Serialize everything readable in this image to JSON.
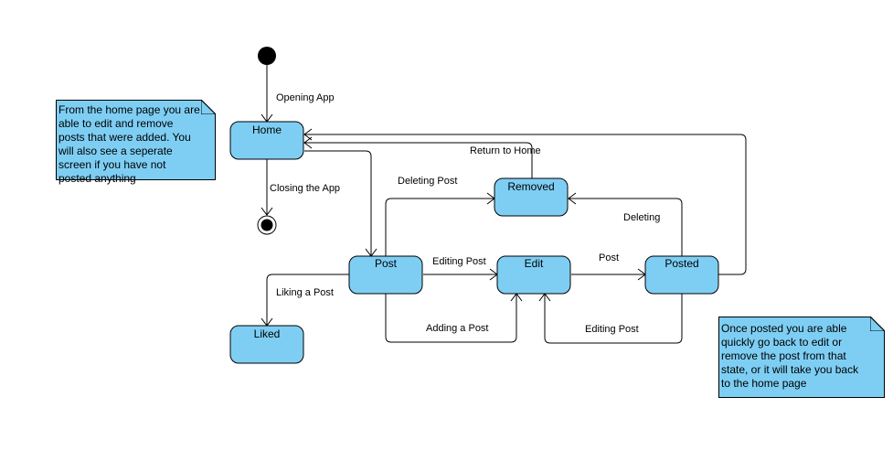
{
  "states": {
    "home": "Home",
    "removed": "Removed",
    "post": "Post",
    "edit": "Edit",
    "posted": "Posted",
    "liked": "Liked"
  },
  "transitions": {
    "opening_app": "Opening App",
    "closing_app": "Closing the App",
    "return_home": "Return to Home",
    "deleting_post": "Deleting Post",
    "deleting": "Deleting",
    "editing_post_post_edit": "Editing Post",
    "post_posted": "Post",
    "liking_post": "Liking a Post",
    "adding_post": "Adding a Post",
    "editing_post_posted_edit": "Editing Post"
  },
  "notes": {
    "home_note": "From the home page you are able to edit and remove posts that were added. You will also see a seperate screen if you have not posted anything",
    "posted_note": "Once posted you are able quickly go back to edit or remove the post from that state, or it will take you back to the home page"
  },
  "colors": {
    "state_fill": "#7ecef4",
    "stroke": "#000000"
  }
}
